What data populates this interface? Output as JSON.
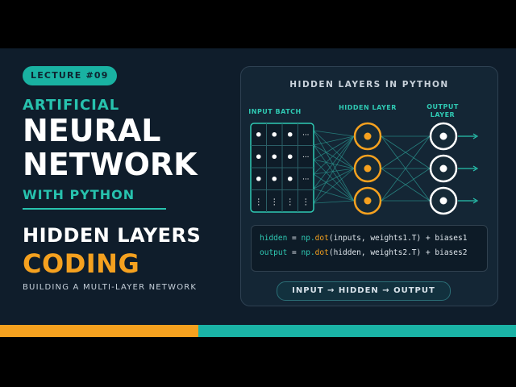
{
  "lecture_badge": "LECTURE #09",
  "title": {
    "line1": "ARTIFICIAL",
    "line2": "NEURAL",
    "line3": "NETWORK",
    "line4": "WITH PYTHON"
  },
  "topic": {
    "line1": "HIDDEN LAYERS",
    "line2": "CODING",
    "subtitle": "BUILDING A MULTI-LAYER NETWORK"
  },
  "diagram": {
    "title": "HIDDEN LAYERS IN PYTHON",
    "labels": {
      "input": "INPUT BATCH",
      "hidden": "HIDDEN LAYER",
      "output_line1": "OUTPUT",
      "output_line2": "LAYER"
    },
    "ellipsis_h": "···",
    "ellipsis_v": "⋮",
    "hidden_neurons": 3,
    "output_neurons": 3,
    "colors": {
      "teal": "#27c2ae",
      "orange": "#f5a11f",
      "white": "#ffffff"
    }
  },
  "code": {
    "line1": {
      "var": "hidden",
      "op": " = ",
      "np": "np.",
      "fn": "dot",
      "args": "(inputs, weights1.T) + biases1"
    },
    "line2": {
      "var": "output",
      "op": " = ",
      "np": "np.",
      "fn": "dot",
      "args": "(hidden, weights2.T) + biases2"
    }
  },
  "flow": "INPUT → HIDDEN → OUTPUT"
}
